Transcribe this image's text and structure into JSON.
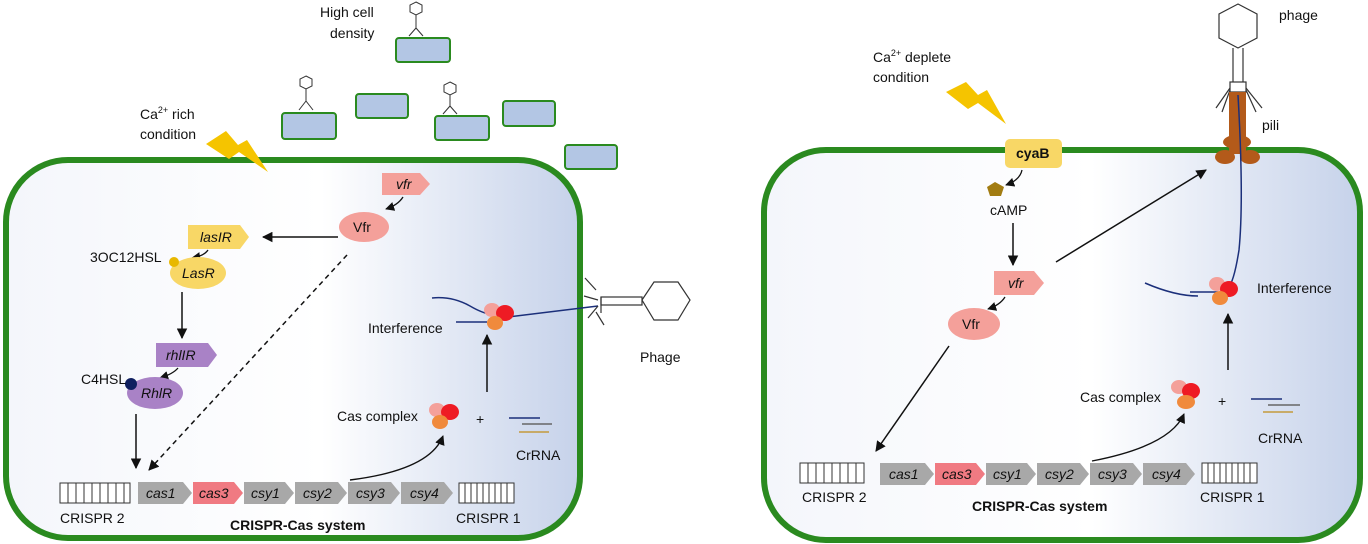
{
  "left_panel": {
    "trigger_label_prefix": "Ca",
    "trigger_label_sup": "2+",
    "trigger_label_suffix": " rich",
    "trigger_label_line2": "condition",
    "high_density_line1": "High cell",
    "high_density_line2": "density",
    "vfr_gene": "vfr",
    "vfr_protein": "Vfr",
    "lasIR_gene": "lasIR",
    "lasR_protein": "LasR",
    "autoinducer_1": "3OC12HSL",
    "rhlIR_gene": "rhlIR",
    "rhlR_protein": "RhlR",
    "autoinducer_2": "C4HSL",
    "interference": "Interference",
    "phage": "Phage",
    "cas_complex": "Cas complex",
    "plus": "+",
    "crrna": "CrRNA",
    "crispr_left": "CRISPR 2",
    "crispr_right": "CRISPR 1",
    "system_label": "CRISPR-Cas system",
    "genes": [
      "cas1",
      "cas3",
      "csy1",
      "csy2",
      "csy3",
      "csy4"
    ]
  },
  "right_panel": {
    "trigger_label_prefix": "Ca",
    "trigger_label_sup": "2+",
    "trigger_label_suffix": " deplete",
    "trigger_label_line2": "condition",
    "cyaB": "cyaB",
    "camp": "cAMP",
    "vfr_gene": "vfr",
    "vfr_protein": "Vfr",
    "phage": "phage",
    "pili": "pili",
    "interference": "Interference",
    "cas_complex": "Cas complex",
    "plus": "+",
    "crrna": "CrRNA",
    "crispr_left": "CRISPR 2",
    "crispr_right": "CRISPR 1",
    "system_label": "CRISPR-Cas system",
    "genes": [
      "cas1",
      "cas3",
      "csy1",
      "csy2",
      "csy3",
      "csy4"
    ]
  },
  "colors": {
    "membrane": "#2a8a1f",
    "cell_fill_start": "#ffffff",
    "cell_fill_end": "#c9d4ea",
    "gene_grey": "#a8a8a8",
    "gene_red": "#f07a82",
    "vfr_pink": "#f4a09a",
    "las_yellow": "#f8d766",
    "rhl_purple": "#a982c6",
    "lightning": "#f5c400",
    "bacterium_fill": "#b3c6e4",
    "pili_brown": "#b35a1a",
    "camp_brown": "#a27c12"
  }
}
